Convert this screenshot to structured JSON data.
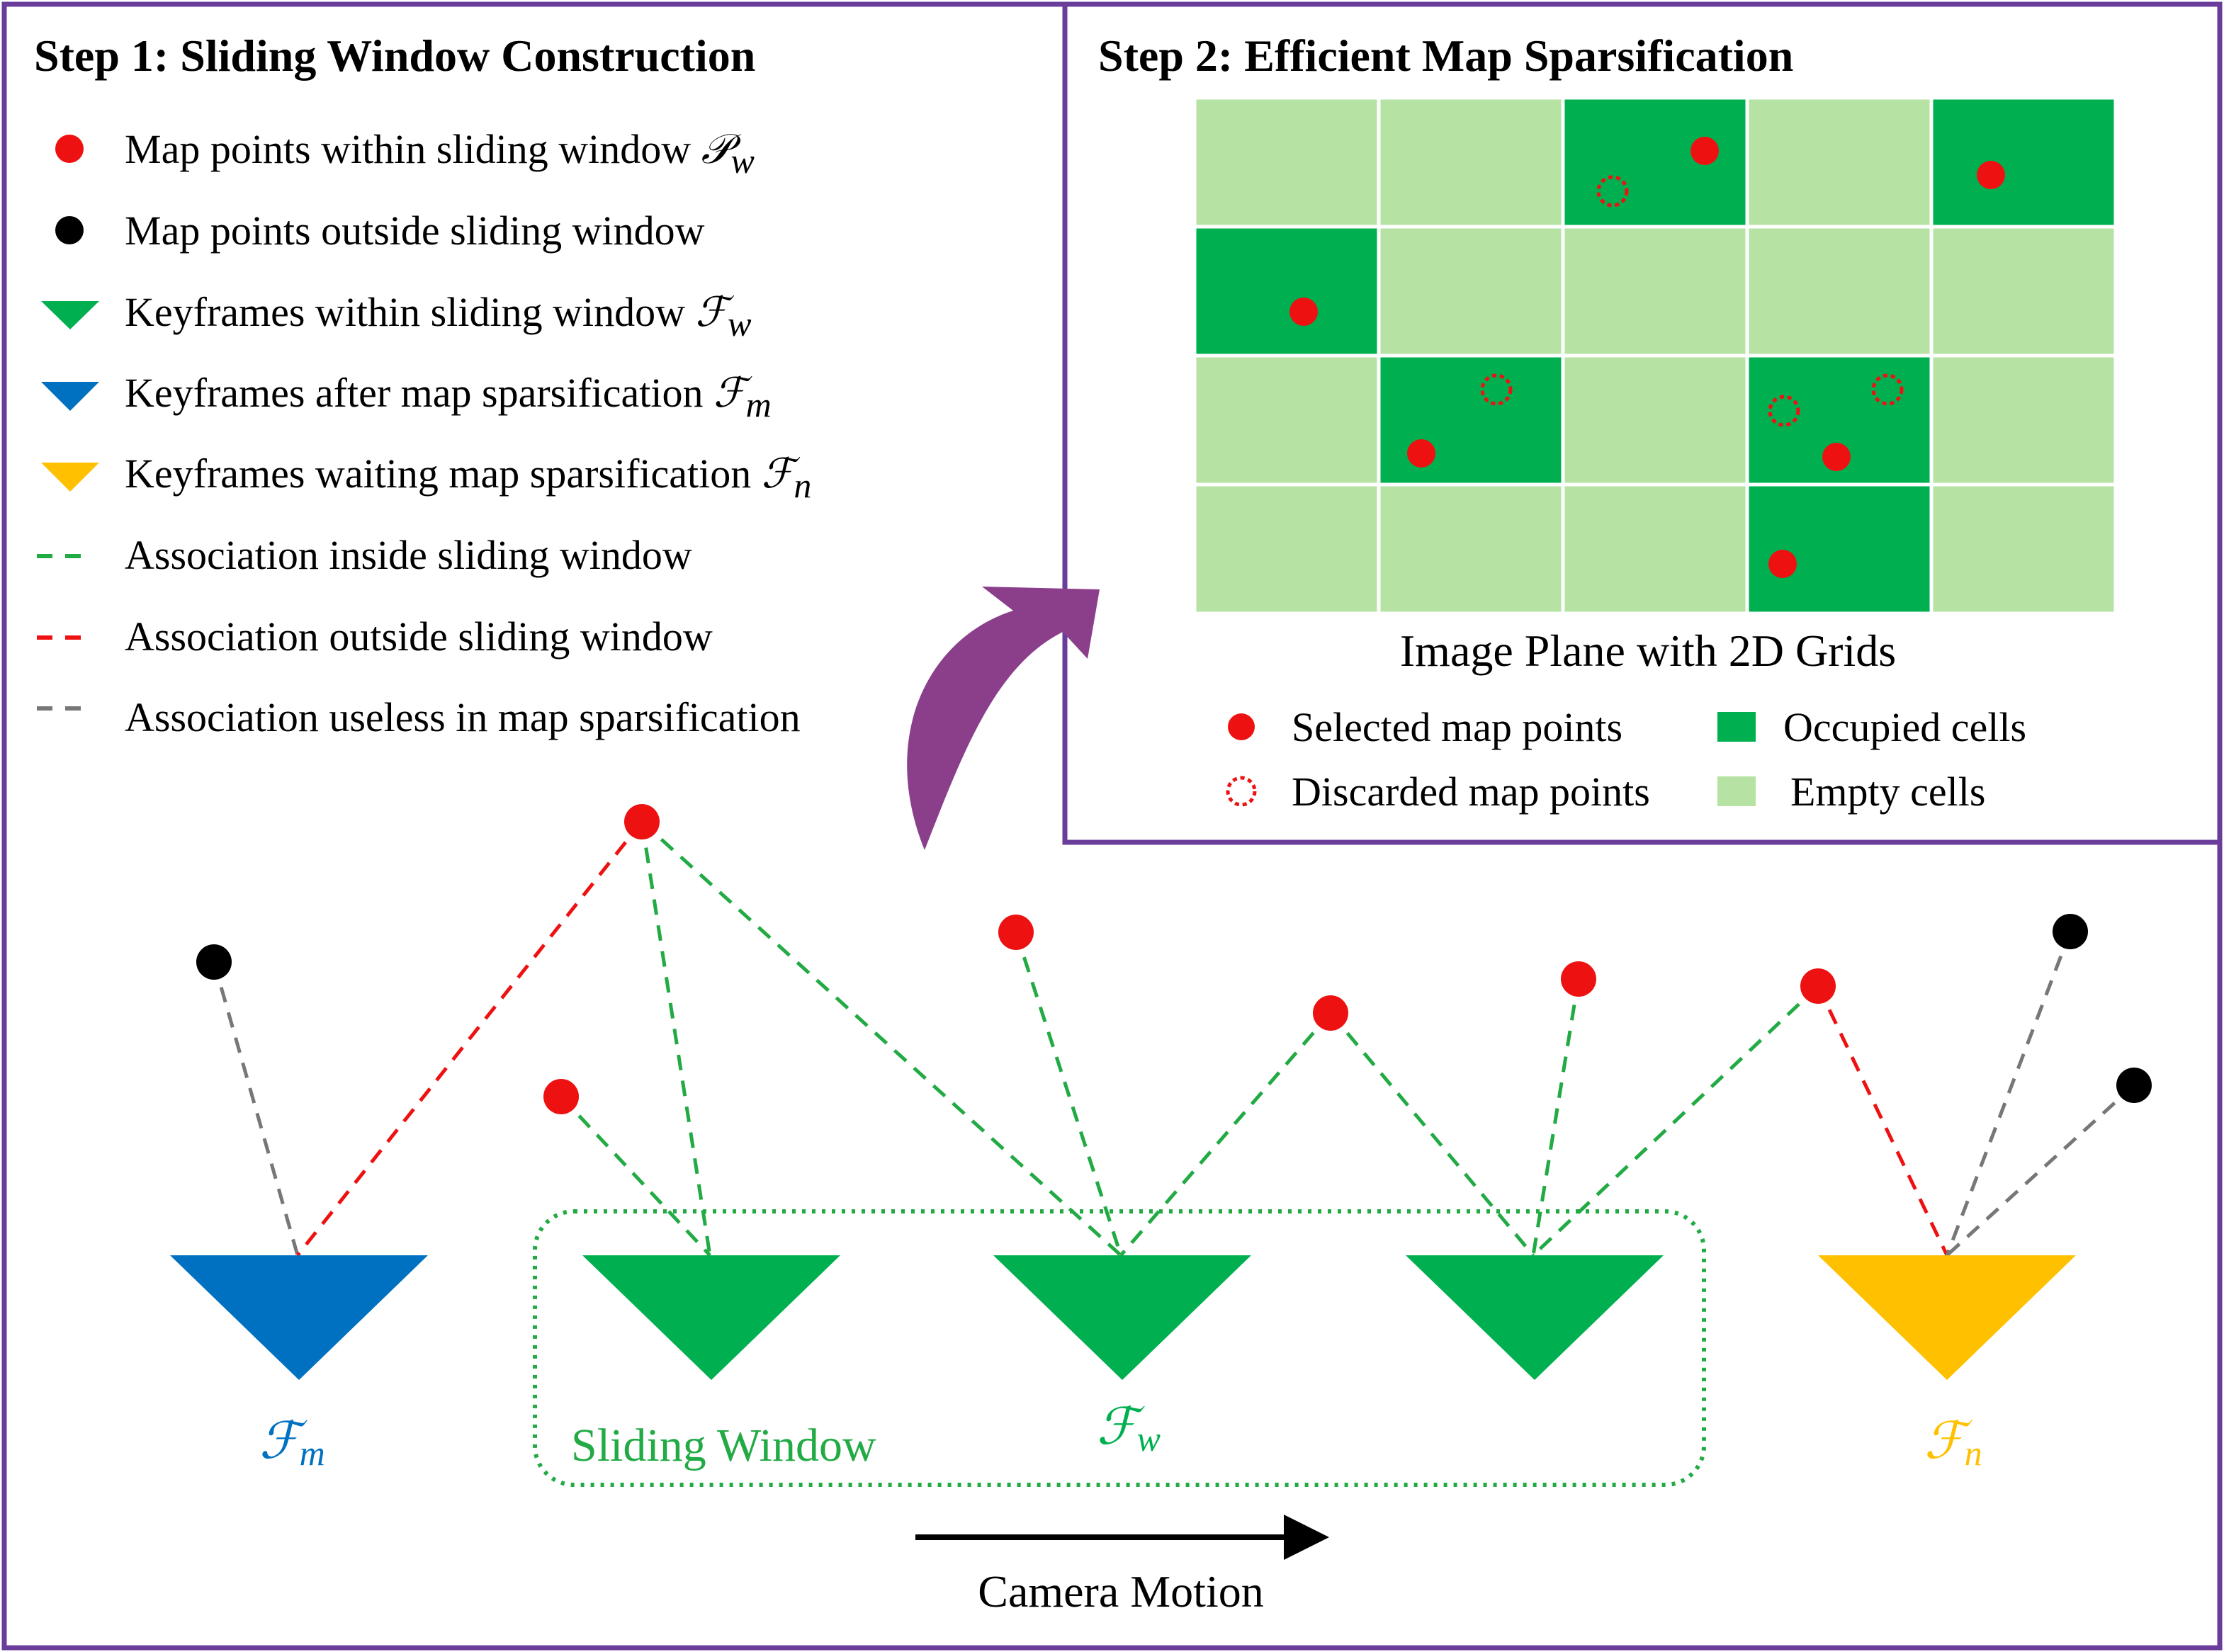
{
  "colors": {
    "border": "#6a3d9a",
    "map_point_inside": "#ee1111",
    "map_point_outside": "#000000",
    "keyframe_window": "#00b050",
    "keyframe_sparsified": "#0070c0",
    "keyframe_waiting": "#ffc000",
    "assoc_inside": "#22aa44",
    "assoc_outside": "#ee1111",
    "assoc_useless": "#777777",
    "cell_occupied": "#00b050",
    "cell_empty": "#b6e3a4",
    "arrow": "#8b3f8b"
  },
  "step1": {
    "title": "Step 1: Sliding Window Construction",
    "legend": [
      {
        "icon": "red-dot-icon",
        "label": "Map points within sliding window ",
        "math": "𝒫",
        "sub": "w"
      },
      {
        "icon": "black-dot-icon",
        "label": "Map points outside sliding window",
        "math": "",
        "sub": ""
      },
      {
        "icon": "green-triangle-icon",
        "label": "Keyframes within sliding window ",
        "math": "ℱ",
        "sub": "w"
      },
      {
        "icon": "blue-triangle-icon",
        "label": "Keyframes after map sparsification ",
        "math": "ℱ",
        "sub": "m"
      },
      {
        "icon": "yellow-triangle-icon",
        "label": "Keyframes waiting map sparsification ",
        "math": "ℱ",
        "sub": "n"
      },
      {
        "icon": "green-dash-icon",
        "label": "Association inside sliding window",
        "math": "",
        "sub": ""
      },
      {
        "icon": "red-dash-icon",
        "label": "Association outside sliding window",
        "math": "",
        "sub": ""
      },
      {
        "icon": "gray-dash-icon",
        "label": "Association useless in map sparsification",
        "math": "",
        "sub": ""
      }
    ]
  },
  "step2": {
    "title": "Step 2: Efficient Map Sparsification",
    "grid_caption": "Image Plane with 2D Grids",
    "grid_occupied": [
      [
        0,
        2
      ],
      [
        0,
        4
      ],
      [
        1,
        0
      ],
      [
        2,
        1
      ],
      [
        2,
        3
      ],
      [
        3,
        3
      ]
    ],
    "legend": {
      "selected": "Selected map points",
      "discarded": "Discarded map points",
      "occupied": "Occupied cells",
      "empty": "Empty cells"
    }
  },
  "bottom": {
    "frame_m": {
      "script": "ℱ",
      "sub": "m"
    },
    "frame_w": {
      "script": "ℱ",
      "sub": "w"
    },
    "frame_n": {
      "script": "ℱ",
      "sub": "n"
    },
    "sliding_window_label": "Sliding Window",
    "camera_motion_label": "Camera Motion"
  }
}
